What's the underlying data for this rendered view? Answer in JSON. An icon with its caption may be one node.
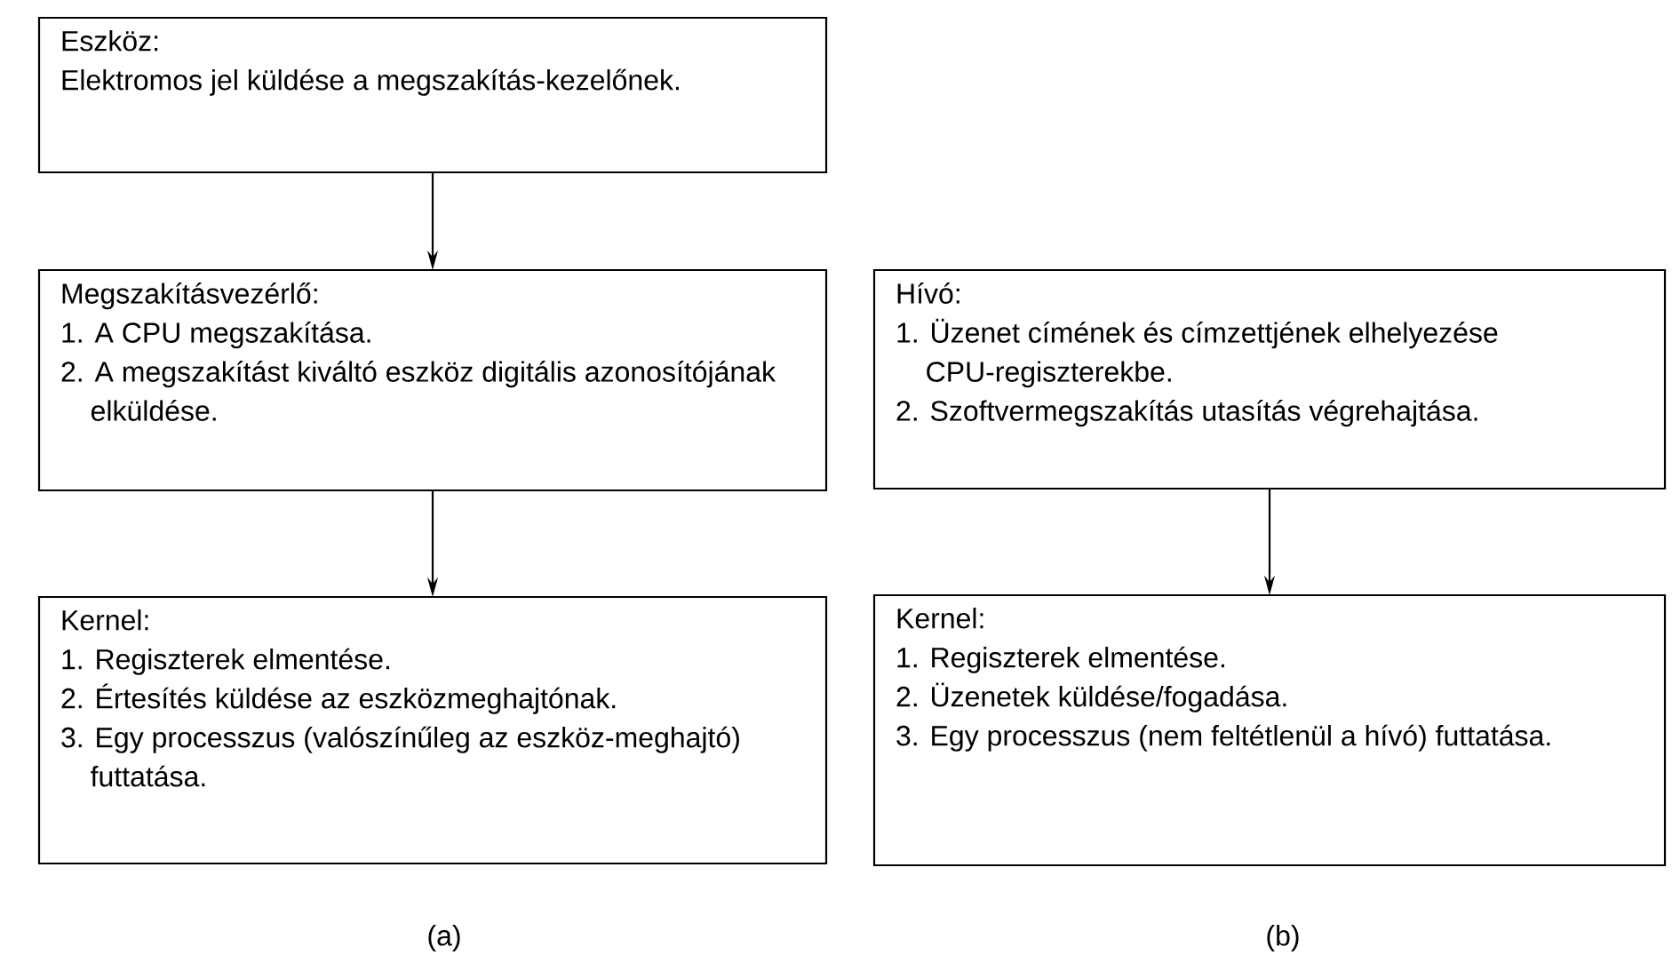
{
  "diagram": {
    "nodes": [
      {
        "text": [
          "Eszköz:",
          "Elektromos jel küldése a megszakítás-kezelőnek."
        ]
      },
      {
        "text": [
          "Megszakításvezérlő:",
          "1. A CPU megszakítása.",
          "2. A megszakítást kiváltó eszköz digitális azonosítójának elküldése."
        ]
      },
      {
        "text": [
          "Kernel:",
          "1. Regiszterek elmentése.",
          "2. Értesítés küldése az eszközmeghajtónak.",
          "3. Egy processzus (valószínűleg az eszköz-meghajtó) futtatása."
        ]
      },
      {
        "text": [
          "Hívó:",
          "1. Üzenet címének és címzettjének elhelyezése CPU-regiszterekbe.",
          "2. Szoftvermegszakítás utasítás végrehajtása."
        ]
      },
      {
        "text": [
          "Kernel:",
          "1. Regiszterek elmentése.",
          "2. Üzenetek küldése/fogadása.",
          "3. Egy processzus (nem feltétlenül a hívó) futtatása."
        ]
      }
    ],
    "edges": [
      {
        "from": 0,
        "to": 1,
        "arrow": "to"
      },
      {
        "from": 1,
        "to": 2,
        "arrow": "to"
      },
      {
        "from": 3,
        "to": 4,
        "arrow": "to"
      }
    ],
    "labels": [
      "(a)",
      "(b)"
    ]
  }
}
